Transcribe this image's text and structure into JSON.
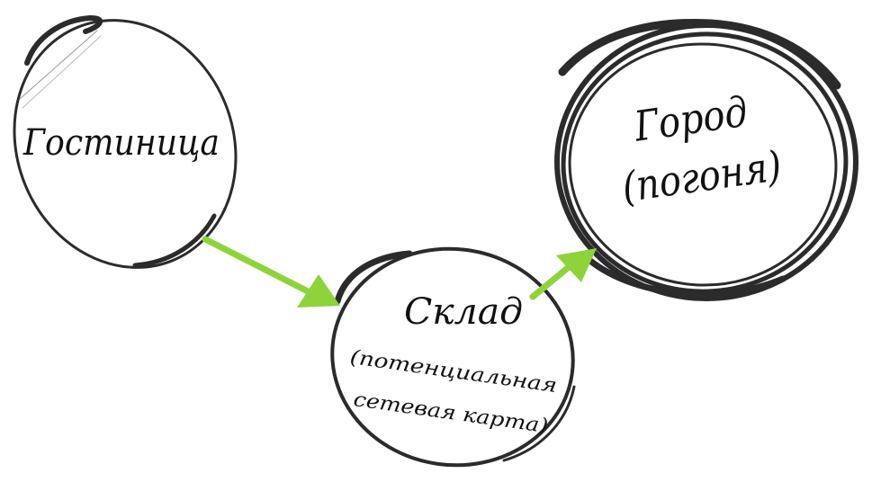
{
  "nodes": {
    "hotel": {
      "label": "Гостиница"
    },
    "warehouse": {
      "title": "Склад",
      "subtitle_line1": "(потенциальная",
      "subtitle_line2": "сетевая карта)"
    },
    "city": {
      "title": "Город",
      "subtitle": "(погоня)"
    }
  },
  "edges": [
    {
      "from": "hotel",
      "to": "warehouse"
    },
    {
      "from": "warehouse",
      "to": "city"
    }
  ],
  "colors": {
    "ink": "#2b2b2b",
    "arrow": "#8fd33a",
    "background": "#ffffff"
  }
}
